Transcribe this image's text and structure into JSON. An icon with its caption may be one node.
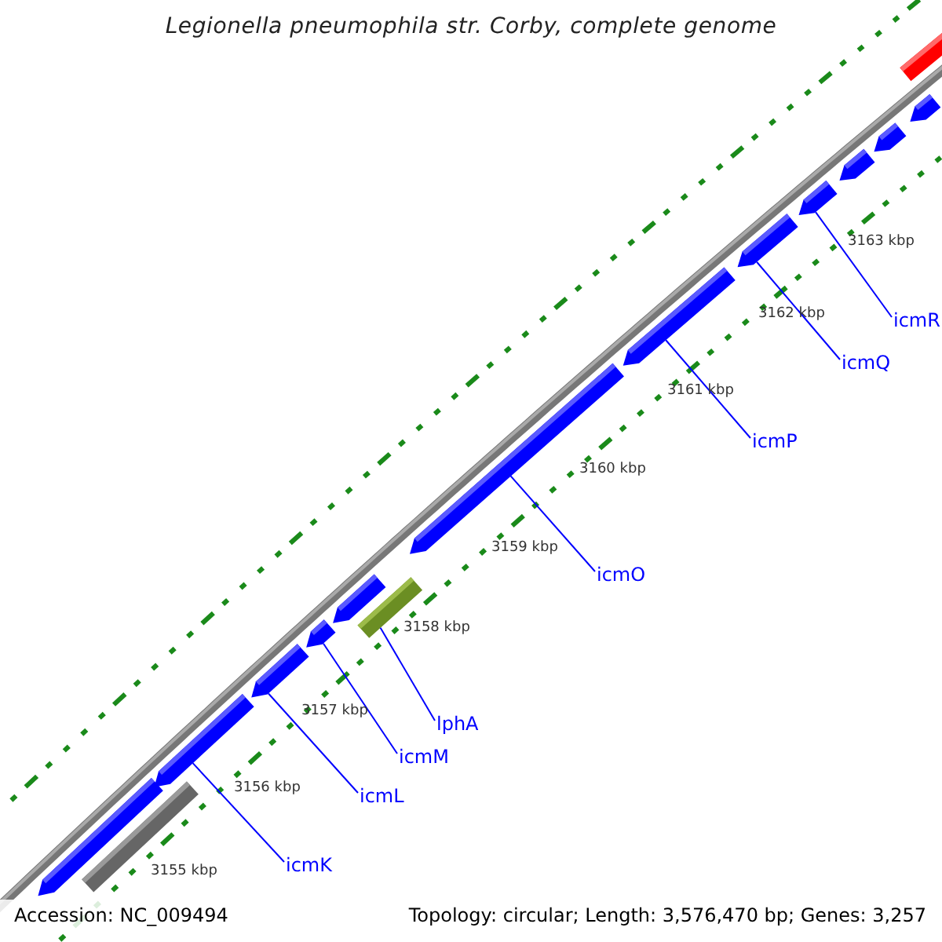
{
  "diagram": {
    "title": "Legionella pneumophila str. Corby, complete genome",
    "nodes": [
      {
        "text": [],
        "shape": "arrow"
      },
      {
        "text": [],
        "shape": "arrow"
      },
      {
        "text": [],
        "shape": "arrow"
      },
      {
        "text": [],
        "shape": "arrow"
      },
      {
        "text": [],
        "shape": "arrow"
      },
      {
        "text": [],
        "shape": "bar"
      },
      {
        "text": [],
        "shape": "bar"
      },
      {
        "text": [],
        "shape": "arrow"
      },
      {
        "text": [],
        "shape": "arrow"
      },
      {
        "text": [],
        "shape": "arrow"
      },
      {
        "text": [],
        "shape": "arrow"
      },
      {
        "text": [],
        "shape": "arrow"
      },
      {
        "text": [],
        "shape": "arrow"
      },
      {
        "text": [],
        "shape": "arrow"
      },
      {
        "text": [],
        "shape": "bar"
      },
      {
        "text": [
          "icmR"
        ]
      },
      {
        "text": [
          "icmQ"
        ]
      },
      {
        "text": [
          "icmP"
        ]
      },
      {
        "text": [
          "icmO"
        ]
      },
      {
        "text": [
          "lphA"
        ]
      },
      {
        "text": [
          "icmM"
        ]
      },
      {
        "text": [
          "icmL"
        ]
      },
      {
        "text": [
          "icmK"
        ]
      }
    ],
    "edges": [
      {
        "from": 15,
        "to": 10,
        "arrow": "none"
      },
      {
        "from": 16,
        "to": 9,
        "arrow": "none"
      },
      {
        "from": 17,
        "to": 8,
        "arrow": "none"
      },
      {
        "from": 18,
        "to": 7,
        "arrow": "none"
      },
      {
        "from": 19,
        "to": 6,
        "arrow": "none"
      },
      {
        "from": 20,
        "to": 3,
        "arrow": "none"
      },
      {
        "from": 21,
        "to": 2,
        "arrow": "none"
      },
      {
        "from": 22,
        "to": 1,
        "arrow": "none"
      }
    ],
    "labels": [
      "3163 kbp",
      "3162 kbp",
      "3161 kbp",
      "3160 kbp",
      "3159 kbp",
      "3158 kbp",
      "3157 kbp",
      "3156 kbp",
      "3155 kbp",
      "Accession: NC_009494",
      "Topology: circular; Length: 3,576,470 bp; Genes: 3,257"
    ]
  }
}
